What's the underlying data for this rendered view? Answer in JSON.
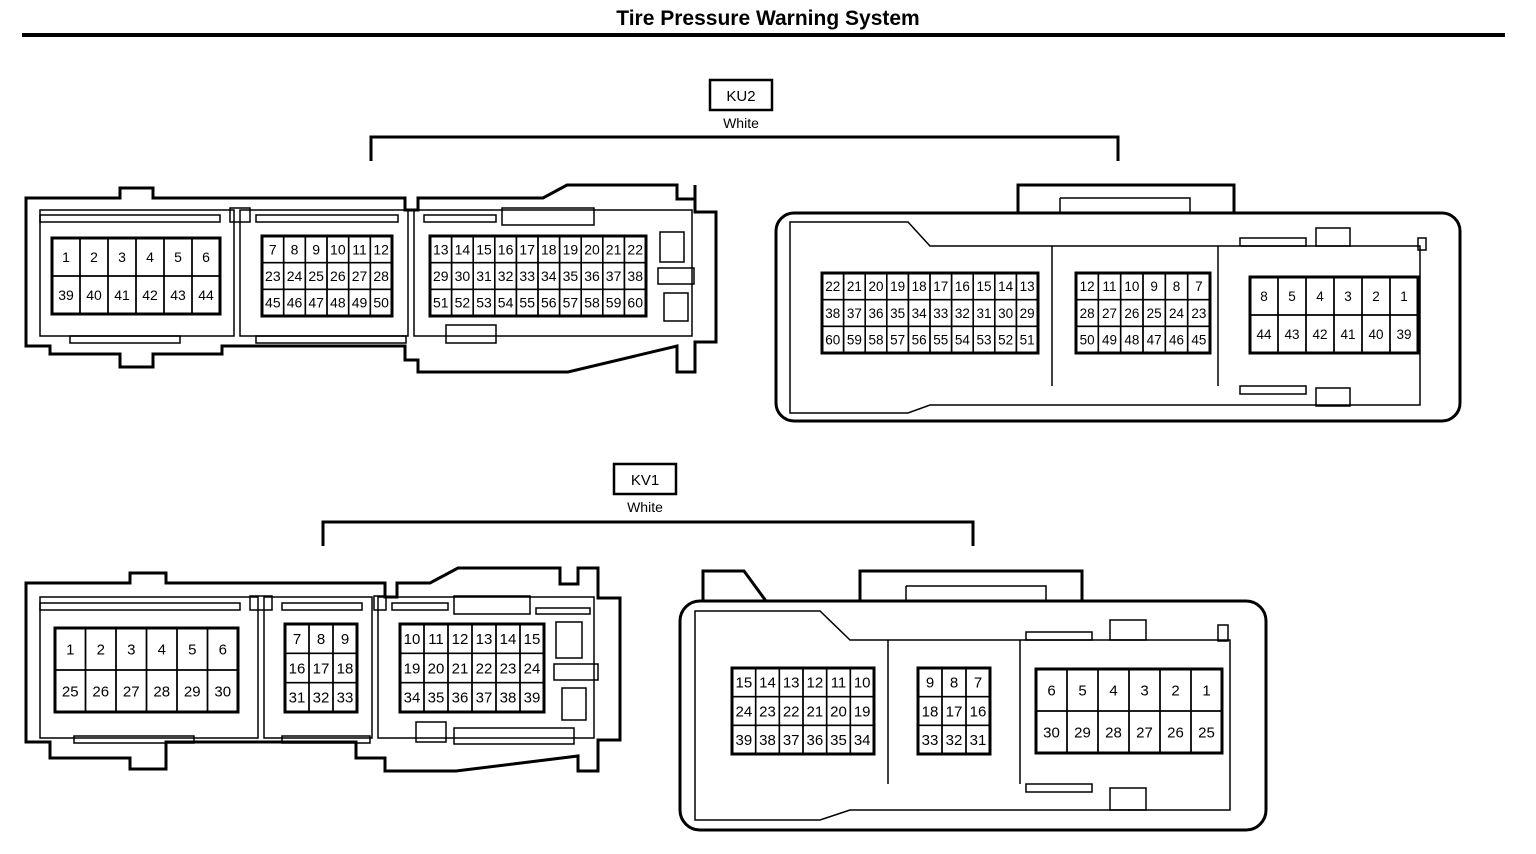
{
  "title": "Tire Pressure Warning System",
  "connectors": [
    {
      "id": "KU2",
      "color": "White",
      "left_view": {
        "blocks": [
          {
            "rows": [
              [
                "1",
                "2",
                "3",
                "4",
                "5",
                "6"
              ],
              [
                "39",
                "40",
                "41",
                "42",
                "43",
                "44"
              ]
            ]
          },
          {
            "rows": [
              [
                "7",
                "8",
                "9",
                "10",
                "11",
                "12"
              ],
              [
                "23",
                "24",
                "25",
                "26",
                "27",
                "28"
              ],
              [
                "45",
                "46",
                "47",
                "48",
                "49",
                "50"
              ]
            ]
          },
          {
            "rows": [
              [
                "13",
                "14",
                "15",
                "16",
                "17",
                "18",
                "19",
                "20",
                "21",
                "22"
              ],
              [
                "29",
                "30",
                "31",
                "32",
                "33",
                "34",
                "35",
                "36",
                "37",
                "38"
              ],
              [
                "51",
                "52",
                "53",
                "54",
                "55",
                "56",
                "57",
                "58",
                "59",
                "60"
              ]
            ]
          }
        ]
      },
      "right_view": {
        "blocks": [
          {
            "rows": [
              [
                "22",
                "21",
                "20",
                "19",
                "18",
                "17",
                "16",
                "15",
                "14",
                "13"
              ],
              [
                "38",
                "37",
                "36",
                "35",
                "34",
                "33",
                "32",
                "31",
                "30",
                "29"
              ],
              [
                "60",
                "59",
                "58",
                "57",
                "56",
                "55",
                "54",
                "53",
                "52",
                "51"
              ]
            ]
          },
          {
            "rows": [
              [
                "12",
                "11",
                "10",
                "9",
                "8",
                "7"
              ],
              [
                "28",
                "27",
                "26",
                "25",
                "24",
                "23"
              ],
              [
                "50",
                "49",
                "48",
                "47",
                "46",
                "45"
              ]
            ]
          },
          {
            "rows": [
              [
                "8",
                "5",
                "4",
                "3",
                "2",
                "1"
              ],
              [
                "44",
                "43",
                "42",
                "41",
                "40",
                "39"
              ]
            ]
          }
        ]
      }
    },
    {
      "id": "KV1",
      "color": "White",
      "left_view": {
        "blocks": [
          {
            "rows": [
              [
                "1",
                "2",
                "3",
                "4",
                "5",
                "6"
              ],
              [
                "25",
                "26",
                "27",
                "28",
                "29",
                "30"
              ]
            ]
          },
          {
            "rows": [
              [
                "7",
                "8",
                "9"
              ],
              [
                "16",
                "17",
                "18"
              ],
              [
                "31",
                "32",
                "33"
              ]
            ]
          },
          {
            "rows": [
              [
                "10",
                "11",
                "12",
                "13",
                "14",
                "15"
              ],
              [
                "19",
                "20",
                "21",
                "22",
                "23",
                "24"
              ],
              [
                "34",
                "35",
                "36",
                "37",
                "38",
                "39"
              ]
            ]
          }
        ]
      },
      "right_view": {
        "blocks": [
          {
            "rows": [
              [
                "15",
                "14",
                "13",
                "12",
                "11",
                "10"
              ],
              [
                "24",
                "23",
                "22",
                "21",
                "20",
                "19"
              ],
              [
                "39",
                "38",
                "37",
                "36",
                "35",
                "34"
              ]
            ]
          },
          {
            "rows": [
              [
                "9",
                "8",
                "7"
              ],
              [
                "18",
                "17",
                "16"
              ],
              [
                "33",
                "32",
                "31"
              ]
            ]
          },
          {
            "rows": [
              [
                "6",
                "5",
                "4",
                "3",
                "2",
                "1"
              ],
              [
                "30",
                "29",
                "28",
                "27",
                "26",
                "25"
              ]
            ]
          }
        ]
      }
    }
  ]
}
